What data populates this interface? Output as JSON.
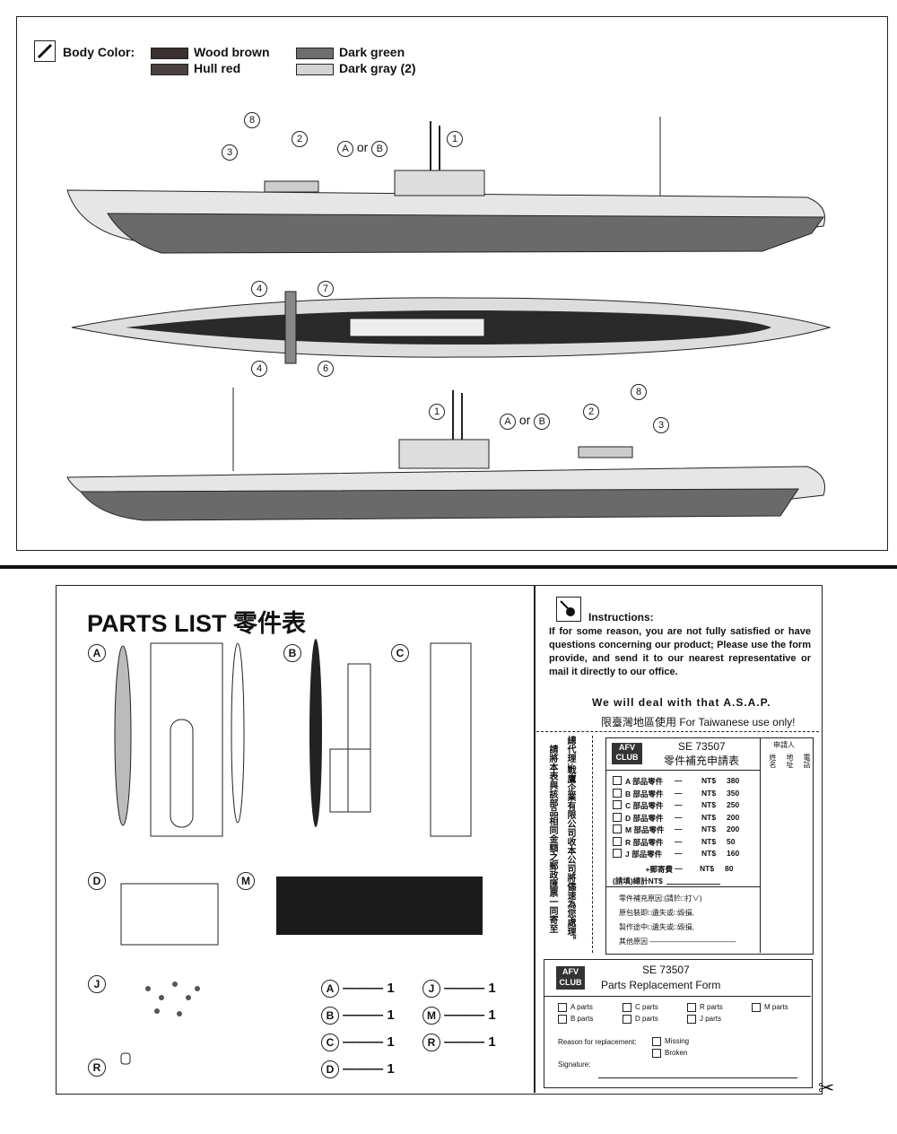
{
  "body_color": {
    "label": "Body Color:",
    "items": [
      {
        "name": "Wood brown",
        "color": "#3a3230"
      },
      {
        "name": "Hull red",
        "color": "#4a4040"
      },
      {
        "name": "Dark green",
        "color": "#6e6e6e"
      },
      {
        "name": "Dark gray (2)",
        "color": "#d4d4d4"
      }
    ]
  },
  "callouts": {
    "c1": "1",
    "c2": "2",
    "c3": "3",
    "c4": "4",
    "c6": "6",
    "c7": "7",
    "c8": "8",
    "aorb": "A or B",
    "A": "A",
    "B": "B",
    "or": "or"
  },
  "parts_list": {
    "title": "PARTS  LIST",
    "title_cn": "零件表",
    "sprues": [
      "A",
      "B",
      "C",
      "D",
      "M",
      "J",
      "R"
    ],
    "counts": [
      {
        "part": "A",
        "qty": "1"
      },
      {
        "part": "B",
        "qty": "1"
      },
      {
        "part": "C",
        "qty": "1"
      },
      {
        "part": "D",
        "qty": "1"
      },
      {
        "part": "J",
        "qty": "1"
      },
      {
        "part": "M",
        "qty": "1"
      },
      {
        "part": "R",
        "qty": "1"
      }
    ]
  },
  "instructions": {
    "title": "Instructions:",
    "body": "If for some reason, you are not fully satisfied or have questions concerning our product; Please use the form provide, and send it to our nearest representative or mail it directly to our office.",
    "closing": "We will deal with that A.S.A.P."
  },
  "taiwan_form": {
    "header": "限臺灣地區使用  For Taiwanese use only!",
    "code": "SE 73507",
    "title": "零件補充申請表",
    "logo": "AFV CLUB",
    "applicant": "申請人",
    "fields": [
      "姓名",
      "地址",
      "電話"
    ],
    "vertical_1": "請將本表與該部品相同金額之郵政匯票一同寄至",
    "vertical_2": "總代理:戰鷹企業有限公司收本公司將儘速為您處理。",
    "prices": [
      {
        "label": "A 部品零件",
        "cur": "NT$",
        "amt": "380"
      },
      {
        "label": "B 部品零件",
        "cur": "NT$",
        "amt": "350"
      },
      {
        "label": "C 部品零件",
        "cur": "NT$",
        "amt": "250"
      },
      {
        "label": "D 部品零件",
        "cur": "NT$",
        "amt": "200"
      },
      {
        "label": "M 部品零件",
        "cur": "NT$",
        "amt": "200"
      },
      {
        "label": "R 部品零件",
        "cur": "NT$",
        "amt": "50"
      },
      {
        "label": "J 部品零件",
        "cur": "NT$",
        "amt": "160"
      }
    ],
    "postage": {
      "label": "+郵寄費",
      "cur": "NT$",
      "amt": "80"
    },
    "total": "(請填)總計NT$",
    "reason_title": "零件補充原因:(請於□打∨)",
    "reasons": [
      "原包裝即□遺失或□毀損,",
      "製作途中□遺失或□毀損,",
      "其他原因"
    ]
  },
  "replacement_form": {
    "code": "SE 73507",
    "title": "Parts Replacement Form",
    "logo": "AFV CLUB",
    "parts": [
      "A  parts",
      "C  parts",
      "R  parts",
      "M  parts",
      "B  parts",
      "D  parts",
      "J  parts"
    ],
    "reason_label": "Reason for replacement:",
    "reasons": [
      "Missing",
      "Broken"
    ],
    "signature": "Signature:"
  }
}
